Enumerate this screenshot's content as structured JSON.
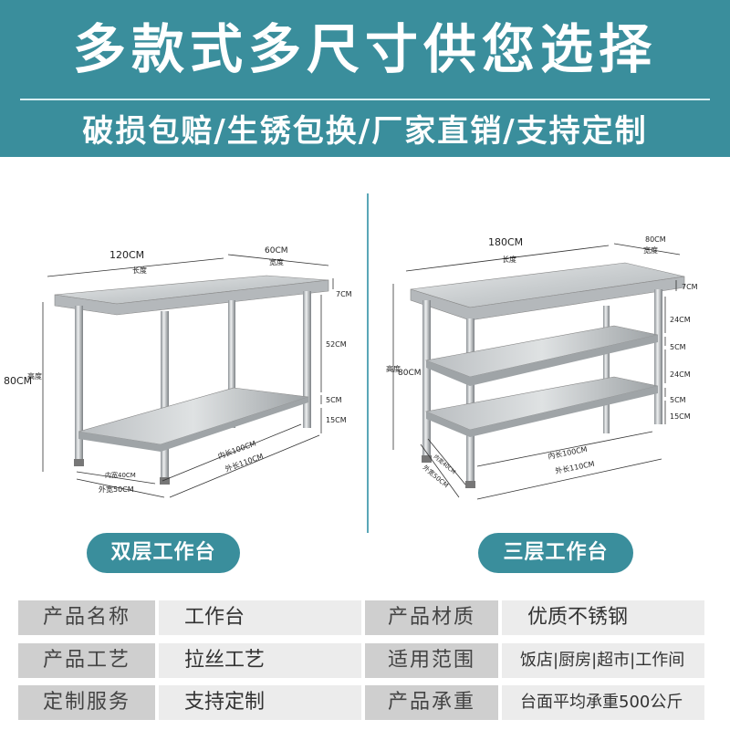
{
  "banner": {
    "title": "多款式多尺寸供您选择",
    "subtitle": "破损包赔/生锈包换/厂家直销/支持定制"
  },
  "colors": {
    "banner_bg": "#3a8e9c",
    "pill_bg": "#3a8e9c",
    "spec_key_bg": "#cfcfcf",
    "spec_val_bg": "#ececec"
  },
  "left_table": {
    "name": "双层工作台",
    "dims": {
      "length": "120CM",
      "length_label": "长度",
      "width": "60CM",
      "width_label": "宽度",
      "height": "80CM",
      "height_label": "高度",
      "top_thickness": "7CM",
      "gap": "52CM",
      "shelf": "5CM",
      "bottom": "15CM",
      "inner_length": "内长100CM",
      "outer_length": "外长110CM",
      "inner_width": "内宽40CM",
      "outer_width": "外宽50CM"
    }
  },
  "right_table": {
    "name": "三层工作台",
    "dims": {
      "length": "180CM",
      "length_label": "长度",
      "width": "80CM",
      "width_label": "宽度",
      "height": "80CM",
      "height_label": "高度",
      "top_thickness": "7CM",
      "gap1": "24CM",
      "shelf1": "5CM",
      "gap2": "24CM",
      "shelf2": "5CM",
      "bottom": "15CM",
      "inner_length": "内长100CM",
      "outer_length": "外长110CM",
      "inner_width": "内宽40CM",
      "outer_width": "外宽50CM"
    }
  },
  "specs": [
    {
      "key": "产品名称",
      "value": "工作台"
    },
    {
      "key": "产品材质",
      "value": "优质不锈钢"
    },
    {
      "key": "产品工艺",
      "value": "拉丝工艺"
    },
    {
      "key": "适用范围",
      "value": "饭店|厨房|超市|工作间"
    },
    {
      "key": "定制服务",
      "value": "支持定制"
    },
    {
      "key": "产品承重",
      "value": "台面平均承重500公斤"
    }
  ]
}
